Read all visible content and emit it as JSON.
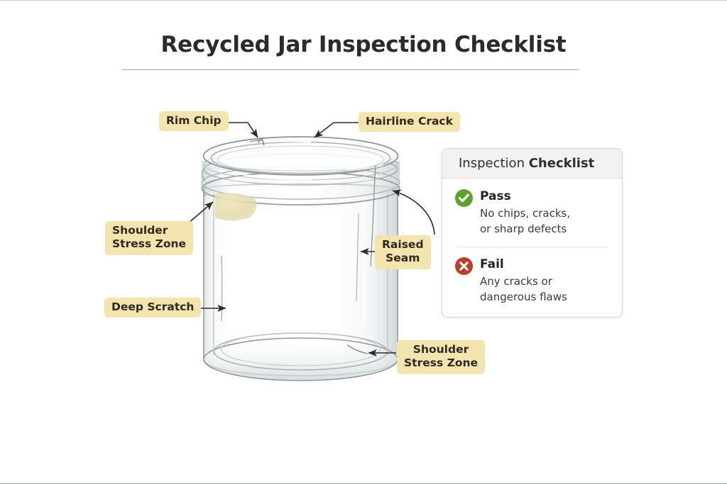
{
  "page": {
    "title": "Recycled Jar Inspection Checklist"
  },
  "callouts": [
    {
      "id": "rim-chip",
      "text": "Rim Chip",
      "lines": [
        "Rim Chip"
      ]
    },
    {
      "id": "hairline-crack",
      "text": "Hairline Crack",
      "lines": [
        "Hairline Crack"
      ]
    },
    {
      "id": "shoulder-left",
      "text": "Shoulder Stress Zone",
      "lines": [
        "Shoulder",
        "Stress Zone"
      ]
    },
    {
      "id": "raised-seam",
      "text": "Raised Seam",
      "lines": [
        "Raised",
        "Seam"
      ]
    },
    {
      "id": "deep-scratch",
      "text": "Deep Scratch",
      "lines": [
        "Deep Scratch"
      ]
    },
    {
      "id": "shoulder-bottom",
      "text": "Shoulder Stress Zone",
      "lines": [
        "Shoulder",
        "Stress Zone"
      ]
    }
  ],
  "callout_lines": {
    "rim_chip_l1": "Rim Chip",
    "hairline_crack_l1": "Hairline Crack",
    "shoulder_left_l1": "Shoulder",
    "shoulder_left_l2": "Stress Zone",
    "raised_seam_l1": "Raised",
    "raised_seam_l2": "Seam",
    "deep_scratch_l1": "Deep Scratch",
    "shoulder_bottom_l1": "Shoulder",
    "shoulder_bottom_l2": "Stress Zone"
  },
  "legend": {
    "header_light": "Inspection",
    "header_bold": "Checklist",
    "items": [
      {
        "status": "Pass",
        "icon": "check-circle-icon",
        "color": "#5ba32b",
        "description_line1": "No chips, cracks,",
        "description_line2": "or sharp defects"
      },
      {
        "status": "Fail",
        "icon": "x-circle-icon",
        "color": "#c0392b",
        "description_line1": "Any cracks or",
        "description_line2": "dangerous flaws"
      }
    ]
  },
  "colors": {
    "label_background": "#f4e4ad",
    "pass_green": "#5ba32b",
    "fail_red": "#c0392b",
    "title_text": "#2b2b2b",
    "glass_outline": "#9aa3a3",
    "stain": "#e7dcb0"
  },
  "illustration": {
    "subject": "glass jar",
    "defects": [
      "rim chip",
      "hairline crack",
      "shoulder stress zone",
      "raised seam",
      "deep scratch"
    ]
  }
}
